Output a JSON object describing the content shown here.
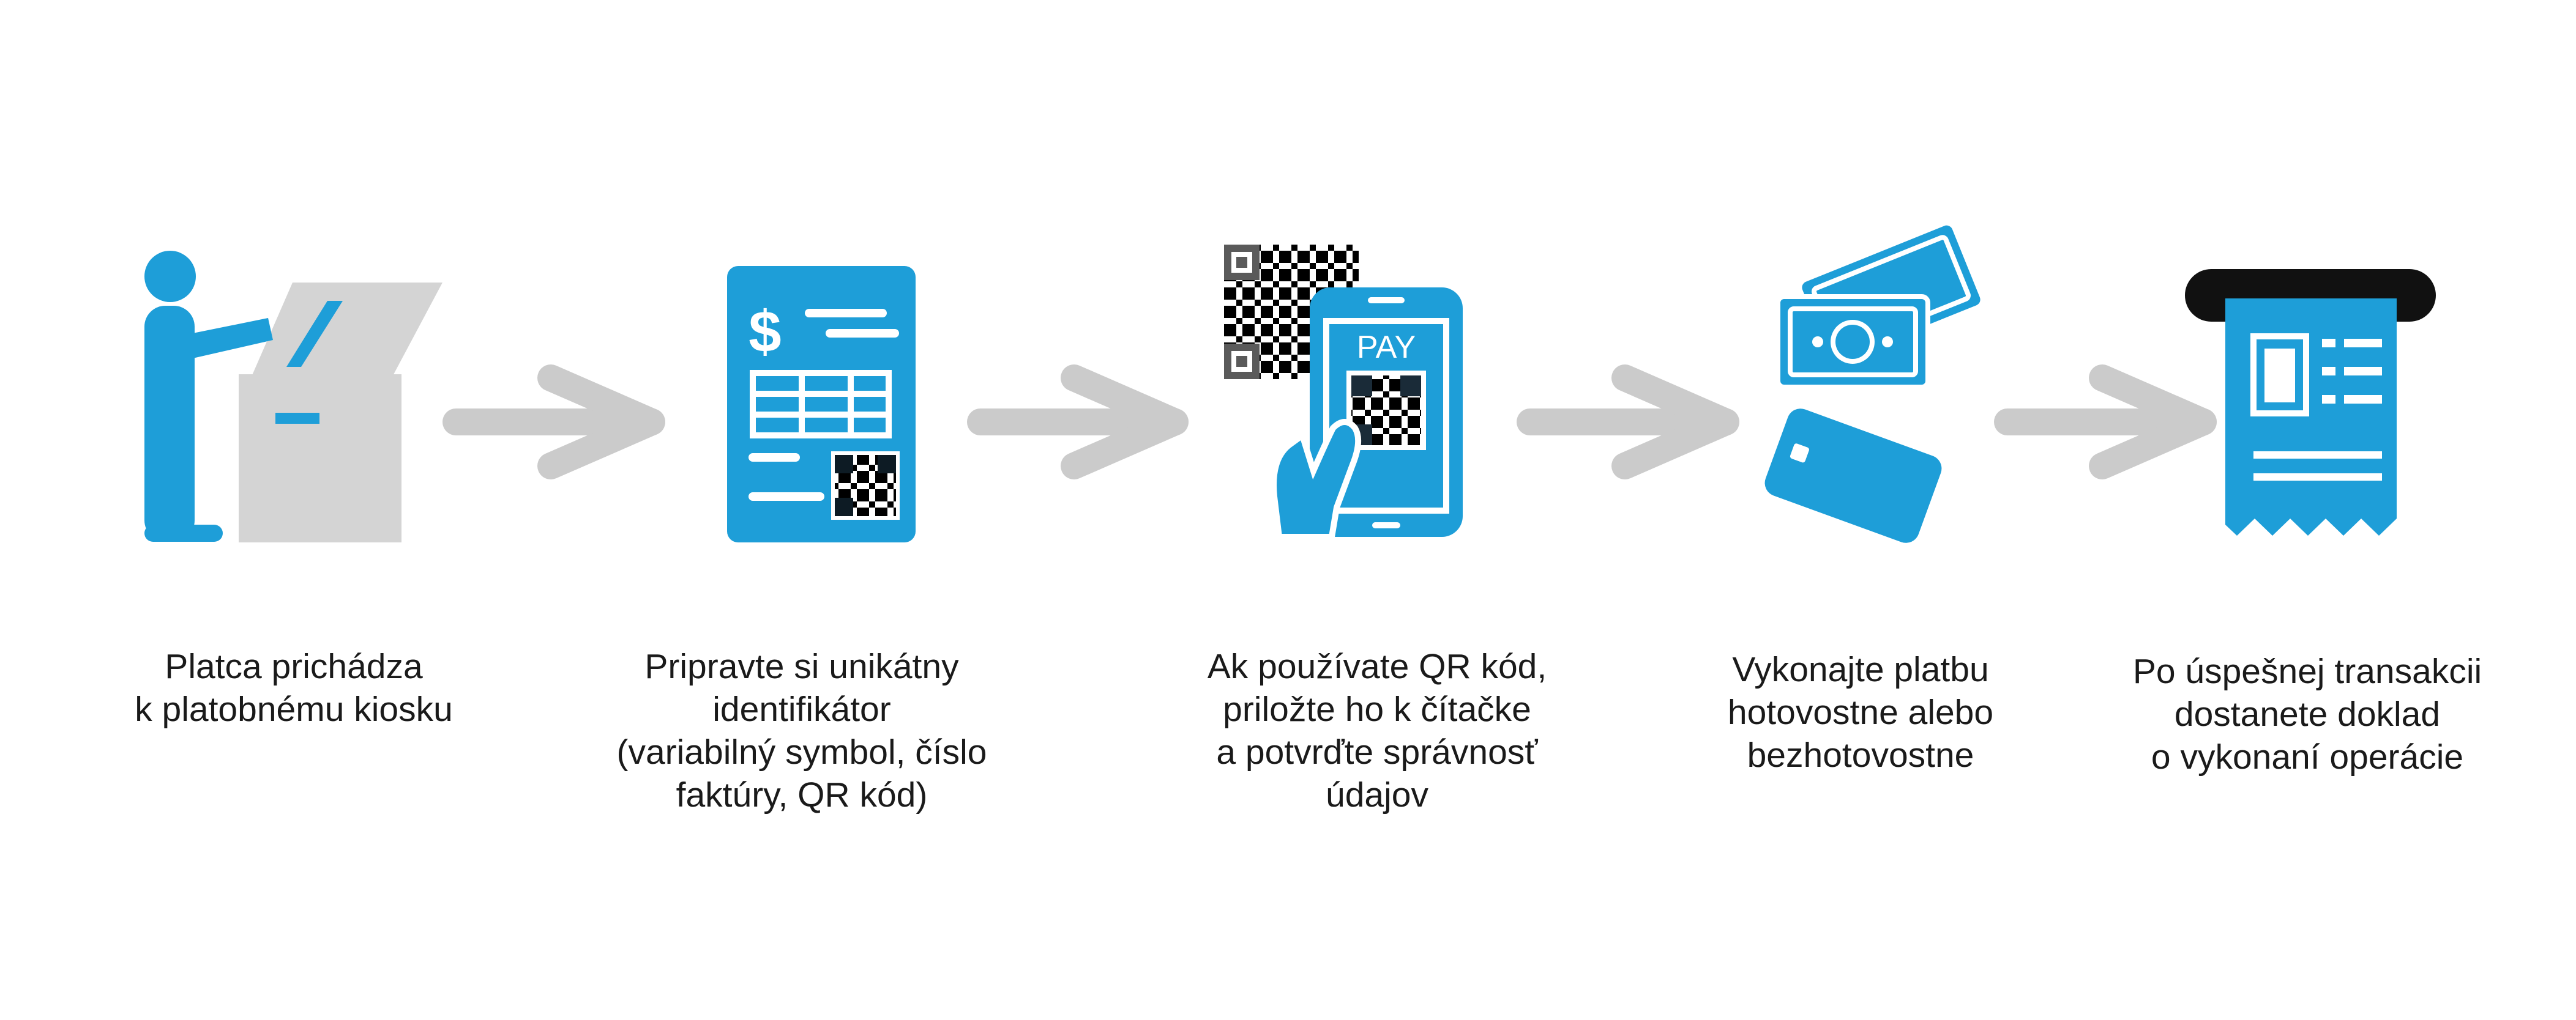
{
  "colors": {
    "accent": "#1E9ED8",
    "arrow": "#CBCBCB",
    "kiosk": "#D4D4D4",
    "text": "#1a1a1a"
  },
  "steps": [
    {
      "icon": "person-at-kiosk-icon",
      "caption": "Platca prichádza\nk platobnému kiosku"
    },
    {
      "icon": "invoice-with-qr-icon",
      "caption": "Pripravte si unikátny\nidentifikátor\n(variabilný symbol, číslo\nfaktúry, QR kód)"
    },
    {
      "icon": "phone-scan-qr-icon",
      "caption": "Ak používate QR kód,\npriložte ho k čítačke\na potvrďte správnosť\núdajov"
    },
    {
      "icon": "cash-and-card-icon",
      "caption": "Vykonajte platbu\nhotovostne alebo\nbezhotovostne"
    },
    {
      "icon": "printed-receipt-icon",
      "caption": "Po úspešnej transakcii\ndostanete doklad\no vykonaní operácie"
    }
  ],
  "icon_labels": {
    "phone_pay": "PAY",
    "invoice_currency": "$"
  }
}
